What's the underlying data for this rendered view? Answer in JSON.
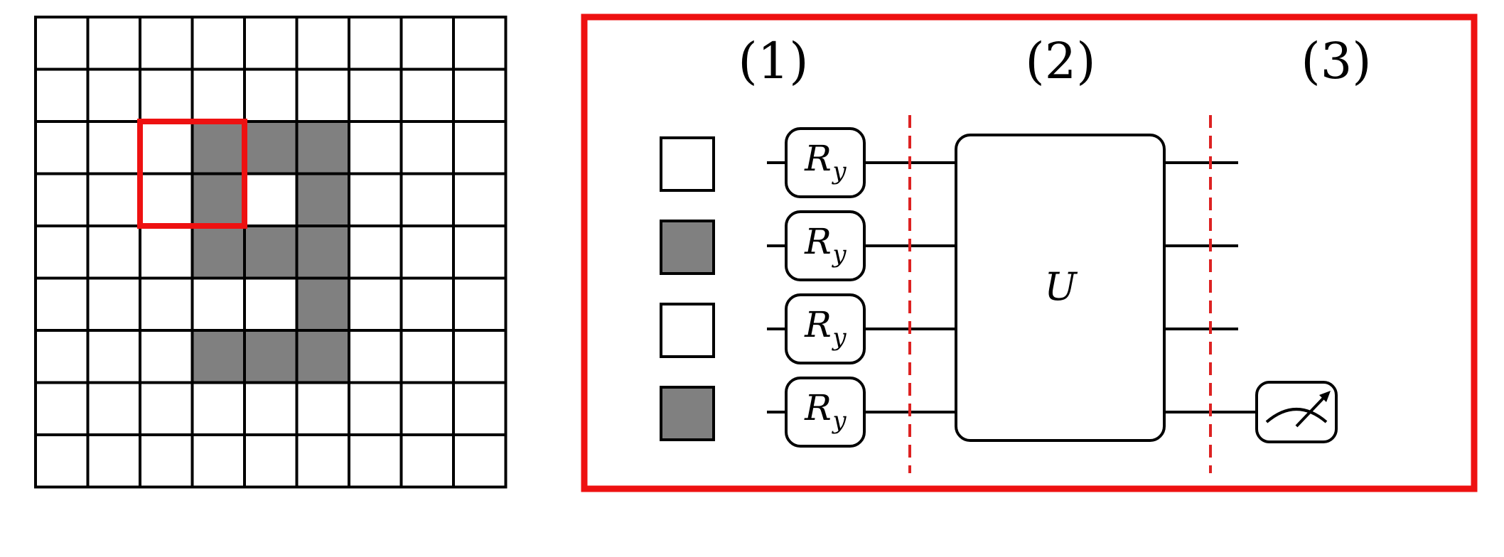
{
  "grid": {
    "rows": 9,
    "cols": 9,
    "filled": [
      [
        2,
        3
      ],
      [
        2,
        4
      ],
      [
        2,
        5
      ],
      [
        3,
        3
      ],
      [
        3,
        5
      ],
      [
        4,
        3
      ],
      [
        4,
        4
      ],
      [
        4,
        5
      ],
      [
        5,
        5
      ],
      [
        6,
        3
      ],
      [
        6,
        4
      ],
      [
        6,
        5
      ]
    ],
    "highlight": {
      "row": 2,
      "col": 2,
      "rows": 2,
      "cols": 2
    },
    "fill_color": "#808080",
    "line_color": "#000000"
  },
  "circuit": {
    "frame_color": "#ee1111",
    "stage_labels": [
      "(1)",
      "(2)",
      "(3)"
    ],
    "pixel_inputs": [
      "white",
      "gray",
      "white",
      "gray"
    ],
    "gate_label_main": "R",
    "gate_label_sub": "y",
    "unitary_label": "U",
    "divider_color": "#dd2222",
    "measurement_icon": "meter-icon"
  }
}
